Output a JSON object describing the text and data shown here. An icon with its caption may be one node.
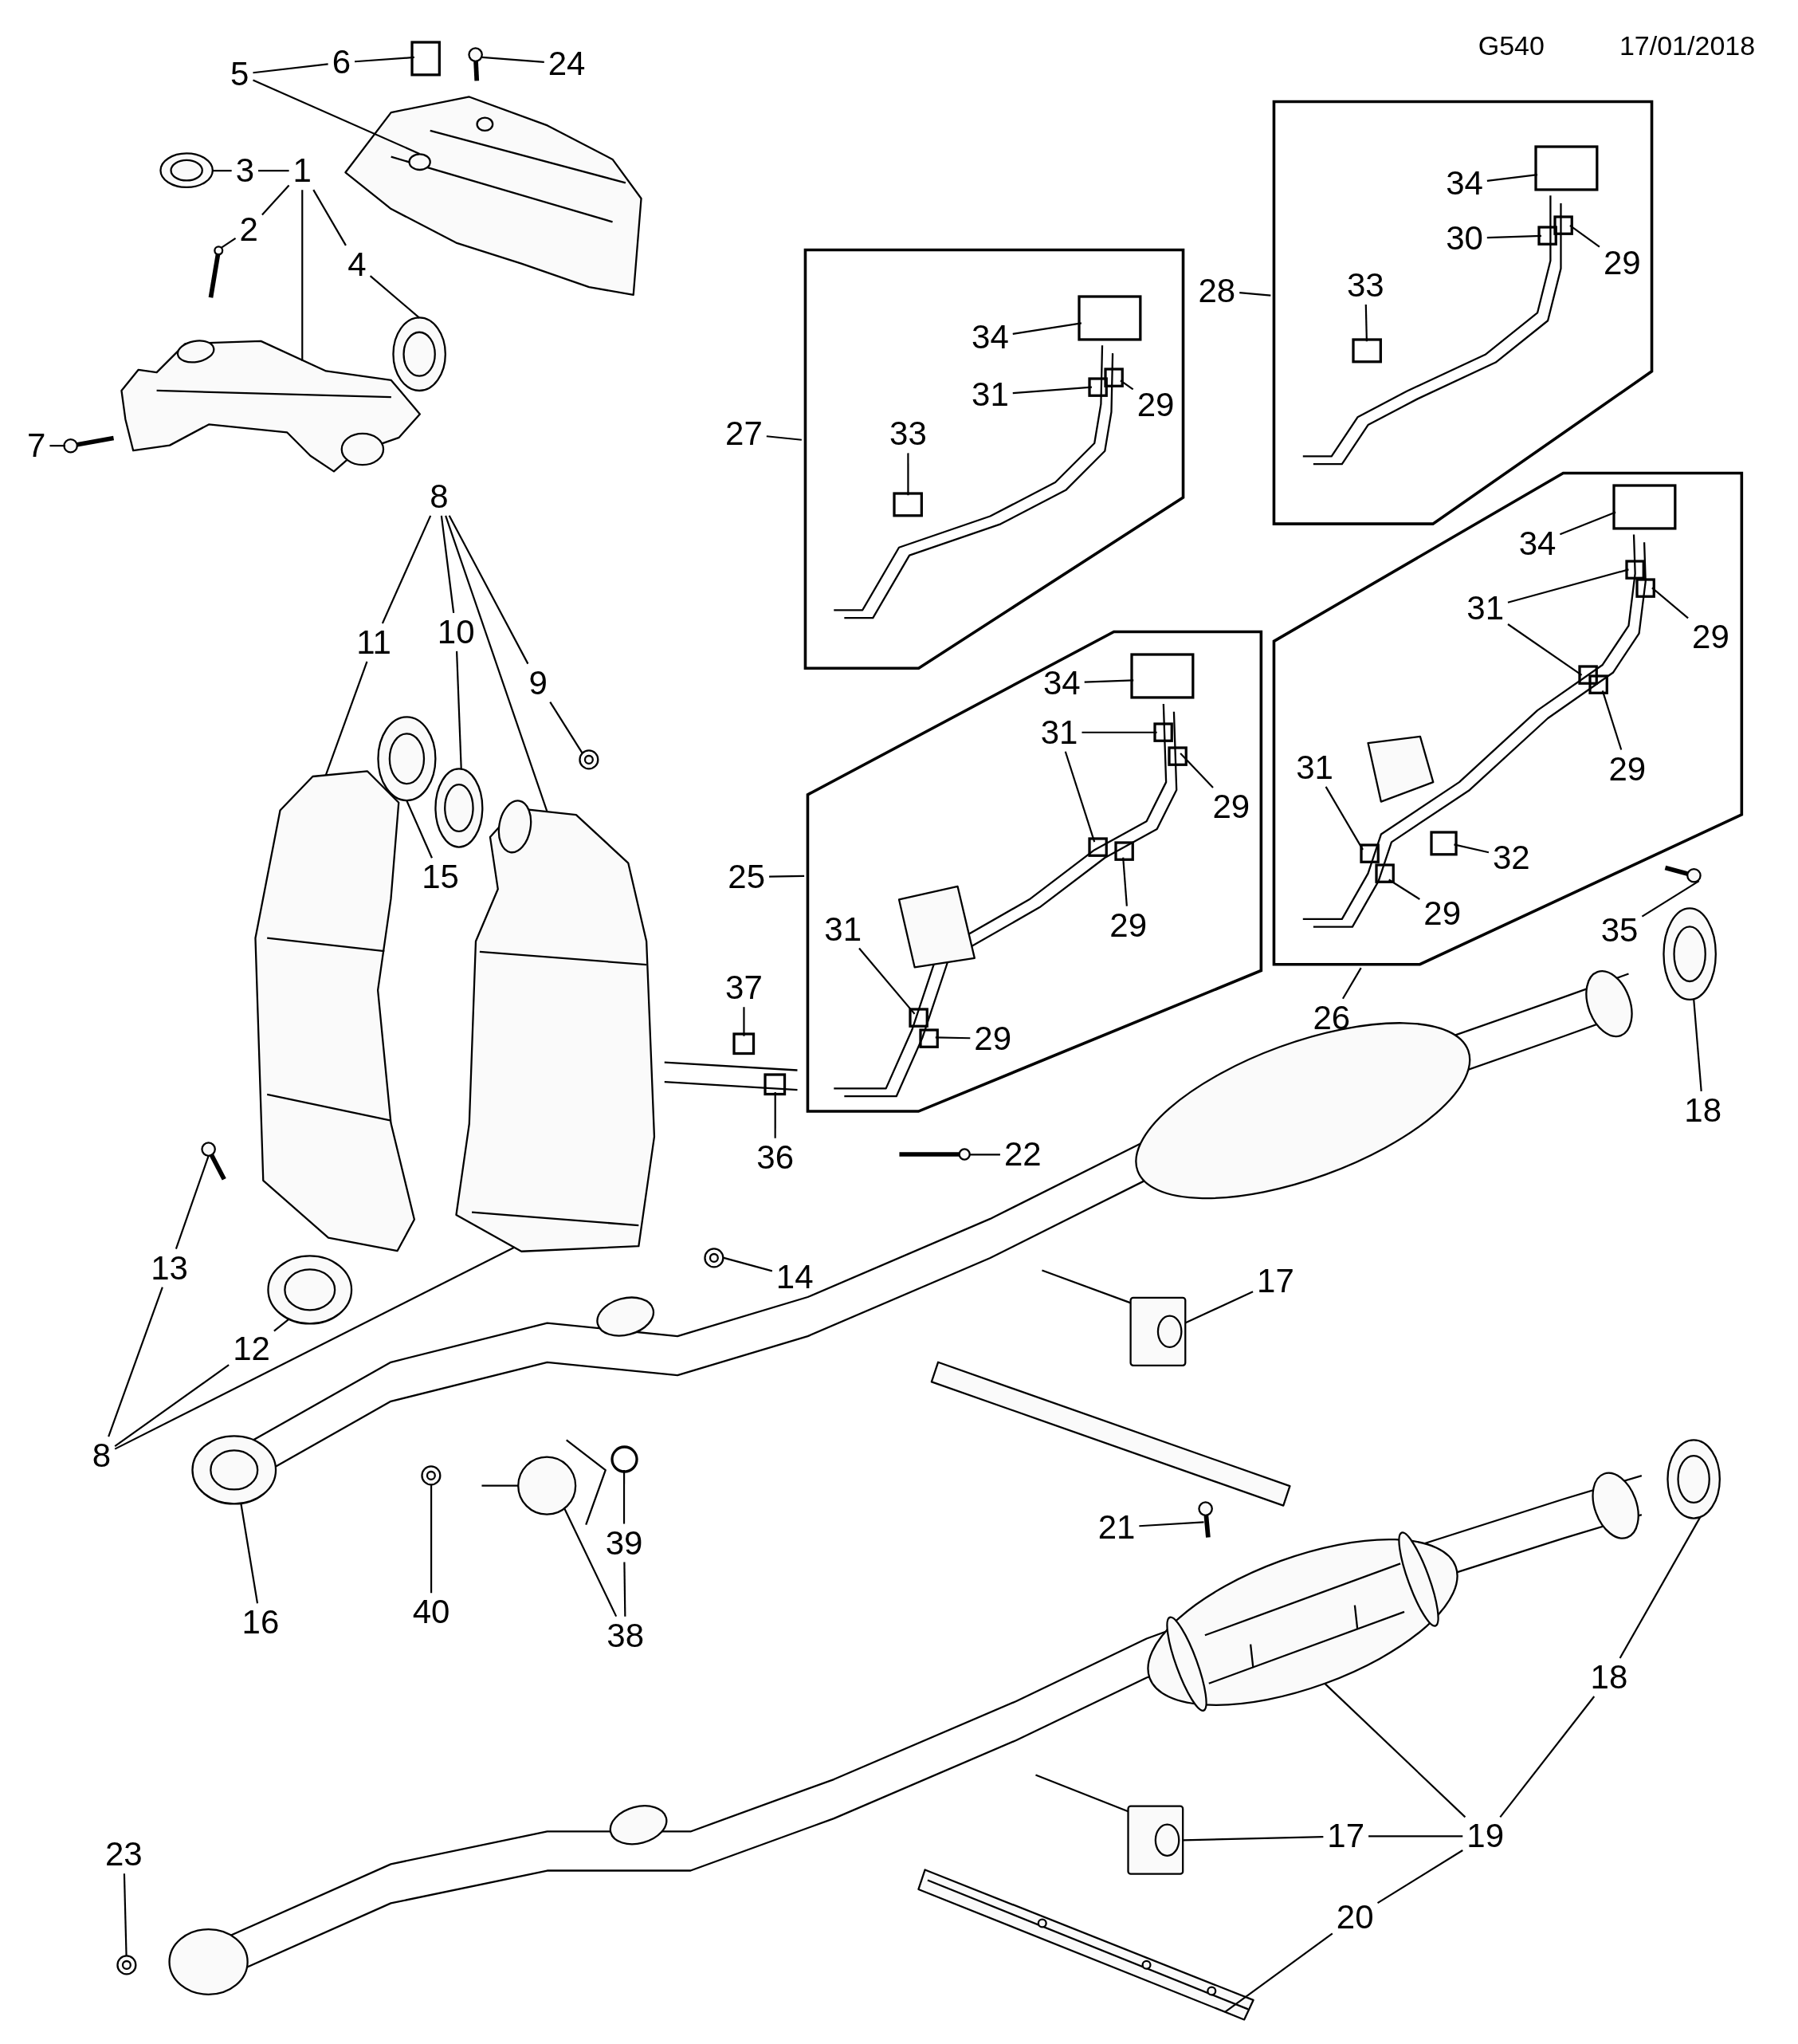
{
  "diagram": {
    "nodes": [
      {
        "text": [
          "5"
        ]
      },
      {
        "text": [
          "6"
        ]
      },
      {
        "text": [
          "24"
        ]
      },
      {
        "text": [
          "3"
        ]
      },
      {
        "text": [
          "1"
        ]
      },
      {
        "text": [
          "2"
        ]
      },
      {
        "text": [
          "4"
        ]
      },
      {
        "text": [
          "7"
        ]
      },
      {
        "text": [],
        "shape": "box"
      },
      {
        "text": [
          "34"
        ],
        "in": 8
      },
      {
        "text": [
          "30"
        ],
        "in": 8
      },
      {
        "text": [
          "33"
        ],
        "in": 8
      },
      {
        "text": [
          "29"
        ],
        "in": 8
      },
      {
        "text": [
          "28"
        ]
      },
      {
        "text": [],
        "shape": "box"
      },
      {
        "text": [
          "34"
        ],
        "in": 14
      },
      {
        "text": [
          "31"
        ],
        "in": 14
      },
      {
        "text": [
          "29"
        ],
        "in": 14
      },
      {
        "text": [
          "33"
        ],
        "in": 14
      },
      {
        "text": [
          "27"
        ]
      },
      {
        "text": [
          "8"
        ]
      },
      {
        "text": [],
        "shape": "box"
      },
      {
        "text": [
          "34"
        ],
        "in": 21
      },
      {
        "text": [
          "31"
        ],
        "in": 21
      },
      {
        "text": [
          "29"
        ],
        "in": 21
      },
      {
        "text": [
          "31"
        ],
        "in": 21
      },
      {
        "text": [
          "29"
        ],
        "in": 21
      },
      {
        "text": [
          "32"
        ],
        "in": 21
      },
      {
        "text": [
          "29"
        ],
        "in": 21
      },
      {
        "text": [
          "11"
        ]
      },
      {
        "text": [
          "10"
        ]
      },
      {
        "text": [
          "9"
        ]
      },
      {
        "text": [],
        "shape": "box"
      },
      {
        "text": [
          "34"
        ],
        "in": 32
      },
      {
        "text": [
          "31"
        ],
        "in": 32
      },
      {
        "text": [
          "29"
        ],
        "in": 32
      },
      {
        "text": [
          "25"
        ]
      },
      {
        "text": [
          "31"
        ],
        "in": 32
      },
      {
        "text": [
          "29"
        ],
        "in": 32
      },
      {
        "text": [
          "29"
        ],
        "in": 32
      },
      {
        "text": [
          "15"
        ]
      },
      {
        "text": [
          "35"
        ]
      },
      {
        "text": [
          "26"
        ]
      },
      {
        "text": [
          "37"
        ]
      },
      {
        "text": [
          "18"
        ]
      },
      {
        "text": [
          "36"
        ]
      },
      {
        "text": [
          "22"
        ]
      },
      {
        "text": [
          "13"
        ]
      },
      {
        "text": [
          "14"
        ]
      },
      {
        "text": [
          "17"
        ]
      },
      {
        "text": [
          "12"
        ]
      },
      {
        "text": [
          "8"
        ]
      },
      {
        "text": [
          "21"
        ]
      },
      {
        "text": [
          "39"
        ]
      },
      {
        "text": [
          "16"
        ]
      },
      {
        "text": [
          "40"
        ]
      },
      {
        "text": [
          "38"
        ]
      },
      {
        "text": [
          "18"
        ]
      },
      {
        "text": [
          "23"
        ]
      },
      {
        "text": [
          "17"
        ]
      },
      {
        "text": [
          "19"
        ]
      },
      {
        "text": [
          "20"
        ]
      },
      {
        "text": [],
        "shape": "picture"
      },
      {
        "text": [],
        "shape": "box"
      },
      {
        "text": [],
        "shape": "picture"
      },
      {
        "text": [],
        "shape": "picture"
      },
      {
        "text": [],
        "shape": "picture"
      },
      {
        "text": [],
        "shape": "picture"
      },
      {
        "text": [],
        "shape": "picture"
      },
      {
        "text": [],
        "shape": "picture"
      },
      {
        "text": [],
        "shape": "box",
        "in": 8
      },
      {
        "text": [],
        "shape": "box",
        "in": 8
      },
      {
        "text": [],
        "shape": "box",
        "in": 8
      },
      {
        "text": [],
        "shape": "box",
        "in": 8
      },
      {
        "text": [],
        "shape": "box",
        "in": 14
      },
      {
        "text": [],
        "shape": "box",
        "in": 14
      },
      {
        "text": [],
        "shape": "box",
        "in": 14
      },
      {
        "text": [],
        "shape": "box",
        "in": 14
      },
      {
        "text": [],
        "shape": "picture"
      },
      {
        "text": [],
        "shape": "box",
        "in": 21
      },
      {
        "text": [],
        "shape": "box",
        "in": 21
      },
      {
        "text": [],
        "shape": "box",
        "in": 21
      },
      {
        "text": [],
        "shape": "box",
        "in": 21
      },
      {
        "text": [],
        "shape": "box",
        "in": 21
      },
      {
        "text": [],
        "shape": "box",
        "in": 21
      },
      {
        "text": [],
        "shape": "box",
        "in": 21
      },
      {
        "text": [],
        "shape": "box",
        "in": 21
      },
      {
        "text": [],
        "shape": "picture"
      },
      {
        "text": [],
        "shape": "picture"
      },
      {
        "text": [],
        "shape": "picture"
      },
      {
        "text": [],
        "shape": "box",
        "in": 32
      },
      {
        "text": [],
        "shape": "box",
        "in": 32
      },
      {
        "text": [],
        "shape": "box",
        "in": 32
      },
      {
        "text": [],
        "shape": "box",
        "in": 32
      },
      {
        "text": [],
        "shape": "box",
        "in": 32
      },
      {
        "text": [],
        "shape": "box",
        "in": 32
      },
      {
        "text": [],
        "shape": "box",
        "in": 32
      },
      {
        "text": [],
        "shape": "picture"
      },
      {
        "text": [],
        "shape": "picture"
      },
      {
        "text": [],
        "shape": "box"
      },
      {
        "text": [],
        "shape": "picture"
      },
      {
        "text": [],
        "shape": "box"
      },
      {
        "text": [],
        "shape": "picture"
      },
      {
        "text": [],
        "shape": "picture"
      },
      {
        "text": [],
        "shape": "picture"
      },
      {
        "text": [],
        "shape": "picture"
      },
      {
        "text": [],
        "shape": "picture"
      },
      {
        "text": [],
        "shape": "picture"
      },
      {
        "text": [],
        "shape": "circle"
      },
      {
        "text": [],
        "shape": "picture"
      },
      {
        "text": [],
        "shape": "picture"
      },
      {
        "text": [],
        "shape": "picture"
      },
      {
        "text": [],
        "shape": "picture"
      },
      {
        "text": [],
        "shape": "picture"
      },
      {
        "text": [],
        "shape": "picture"
      },
      {
        "text": [],
        "shape": "picture"
      },
      {
        "text": [],
        "shape": "picture"
      }
    ],
    "edges": [
      {
        "from": 0,
        "to": 1,
        "arrow": "none"
      },
      {
        "from": 0,
        "to": 62,
        "arrow": "none"
      },
      {
        "from": 1,
        "to": 63,
        "arrow": "none"
      },
      {
        "from": 2,
        "to": 64,
        "arrow": "none"
      },
      {
        "from": 4,
        "to": 3,
        "arrow": "none"
      },
      {
        "from": 4,
        "to": 5,
        "arrow": "none"
      },
      {
        "from": 4,
        "to": 6,
        "arrow": "none"
      },
      {
        "from": 4,
        "to": 65,
        "arrow": "none"
      },
      {
        "from": 3,
        "to": 66,
        "arrow": "none"
      },
      {
        "from": 5,
        "to": 67,
        "arrow": "none"
      },
      {
        "from": 6,
        "to": 68,
        "arrow": "none"
      },
      {
        "from": 7,
        "to": 69,
        "arrow": "none"
      },
      {
        "from": 9,
        "to": 70,
        "arrow": "none"
      },
      {
        "from": 10,
        "to": 71,
        "arrow": "none"
      },
      {
        "from": 11,
        "to": 72,
        "arrow": "none"
      },
      {
        "from": 12,
        "to": 73,
        "arrow": "none"
      },
      {
        "from": 13,
        "to": 8,
        "arrow": "none"
      },
      {
        "from": 15,
        "to": 74,
        "arrow": "none"
      },
      {
        "from": 16,
        "to": 75,
        "arrow": "none"
      },
      {
        "from": 17,
        "to": 76,
        "arrow": "none"
      },
      {
        "from": 18,
        "to": 77,
        "arrow": "none"
      },
      {
        "from": 19,
        "to": 14,
        "arrow": "none"
      },
      {
        "from": 20,
        "to": 29,
        "arrow": "none"
      },
      {
        "from": 20,
        "to": 30,
        "arrow": "none"
      },
      {
        "from": 20,
        "to": 78,
        "arrow": "none"
      },
      {
        "from": 20,
        "to": 31,
        "arrow": "none"
      },
      {
        "from": 22,
        "to": 79,
        "arrow": "none"
      },
      {
        "from": 23,
        "to": 80,
        "arrow": "none"
      },
      {
        "from": 23,
        "to": 81,
        "arrow": "none"
      },
      {
        "from": 24,
        "to": 82,
        "arrow": "none"
      },
      {
        "from": 25,
        "to": 83,
        "arrow": "none"
      },
      {
        "from": 26,
        "to": 84,
        "arrow": "none"
      },
      {
        "from": 27,
        "to": 85,
        "arrow": "none"
      },
      {
        "from": 28,
        "to": 86,
        "arrow": "none"
      },
      {
        "from": 29,
        "to": 87,
        "arrow": "none"
      },
      {
        "from": 30,
        "to": 88,
        "arrow": "none"
      },
      {
        "from": 31,
        "to": 89,
        "arrow": "none"
      },
      {
        "from": 33,
        "to": 90,
        "arrow": "none"
      },
      {
        "from": 34,
        "to": 91,
        "arrow": "none"
      },
      {
        "from": 34,
        "to": 92,
        "arrow": "none"
      },
      {
        "from": 35,
        "to": 93,
        "arrow": "none"
      },
      {
        "from": 37,
        "to": 94,
        "arrow": "none"
      },
      {
        "from": 38,
        "to": 95,
        "arrow": "none"
      },
      {
        "from": 39,
        "to": 96,
        "arrow": "none"
      },
      {
        "from": 36,
        "to": 32,
        "arrow": "none"
      },
      {
        "from": 40,
        "to": 97,
        "arrow": "none"
      },
      {
        "from": 41,
        "to": 98,
        "arrow": "none"
      },
      {
        "from": 42,
        "to": 21,
        "arrow": "none"
      },
      {
        "from": 43,
        "to": 99,
        "arrow": "none"
      },
      {
        "from": 44,
        "to": 100,
        "arrow": "none"
      },
      {
        "from": 45,
        "to": 101,
        "arrow": "none"
      },
      {
        "from": 46,
        "to": 102,
        "arrow": "none"
      },
      {
        "from": 47,
        "to": 103,
        "arrow": "none"
      },
      {
        "from": 48,
        "to": 104,
        "arrow": "none"
      },
      {
        "from": 49,
        "to": 105,
        "arrow": "none"
      },
      {
        "from": 50,
        "to": 106,
        "arrow": "none"
      },
      {
        "from": 51,
        "to": 47,
        "arrow": "none"
      },
      {
        "from": 51,
        "to": 50,
        "arrow": "none"
      },
      {
        "from": 51,
        "to": 78,
        "arrow": "none"
      },
      {
        "from": 52,
        "to": 107,
        "arrow": "none"
      },
      {
        "from": 53,
        "to": 108,
        "arrow": "none"
      },
      {
        "from": 54,
        "to": 109,
        "arrow": "none"
      },
      {
        "from": 55,
        "to": 110,
        "arrow": "none"
      },
      {
        "from": 56,
        "to": 53,
        "arrow": "none"
      },
      {
        "from": 56,
        "to": 111,
        "arrow": "none"
      },
      {
        "from": 57,
        "to": 112,
        "arrow": "none"
      },
      {
        "from": 58,
        "to": 113,
        "arrow": "none"
      },
      {
        "from": 59,
        "to": 114,
        "arrow": "none"
      },
      {
        "from": 60,
        "to": 115,
        "arrow": "none"
      },
      {
        "from": 60,
        "to": 57,
        "arrow": "none"
      },
      {
        "from": 60,
        "to": 59,
        "arrow": "none"
      },
      {
        "from": 60,
        "to": 61,
        "arrow": "none"
      },
      {
        "from": 61,
        "to": 116,
        "arrow": "none"
      }
    ],
    "labels": [
      "G540",
      "17/01/2018"
    ]
  }
}
